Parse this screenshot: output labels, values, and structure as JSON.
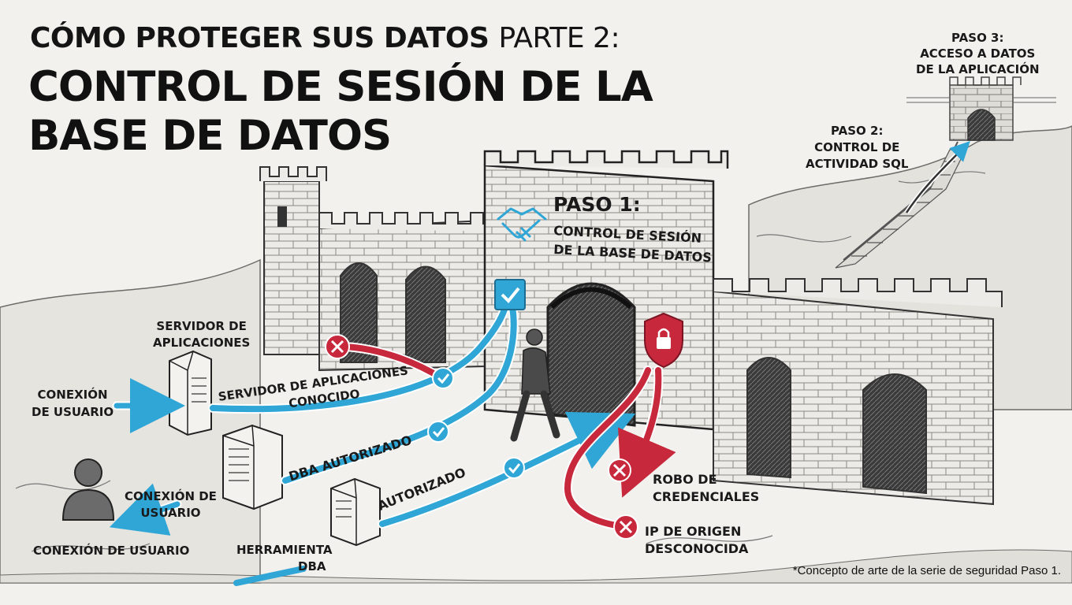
{
  "title": {
    "line1_bold": "CÓMO PROTEGER SUS DATOS",
    "line1_thin": "PARTE 2:",
    "line2": "CONTROL DE SESIÓN DE LA BASE DE DATOS"
  },
  "steps": {
    "step1": {
      "heading": "PASO 1:",
      "line1": "CONTROL DE SESIÓN",
      "line2": "DE LA BASE DE DATOS"
    },
    "step2": {
      "line1": "PASO 2:",
      "line2": "CONTROL DE",
      "line3": "ACTIVIDAD SQL"
    },
    "step3": {
      "line1": "PASO 3:",
      "line2": "ACCESO A DATOS",
      "line3": "DE LA APLICACIÓN"
    }
  },
  "labels": {
    "app_server": {
      "line1": "SERVIDOR DE",
      "line2": "APLICACIONES"
    },
    "user_conn_1": {
      "line1": "CONEXIÓN",
      "line2": "DE USUARIO"
    },
    "user_conn_2": {
      "line1": "CONEXIÓN DE",
      "line2": "USUARIO"
    },
    "user_conn_3": "CONEXIÓN DE USUARIO",
    "dba_tool": {
      "line1": "HERRAMIENTA",
      "line2": "DBA"
    },
    "known_app_server": {
      "line1": "SERVIDOR DE APLICACIONES",
      "line2": "CONOCIDO"
    },
    "authorized_dba": "DBA AUTORIZADO",
    "authorized": "AUTORIZADO",
    "credential_theft": {
      "line1": "ROBO DE",
      "line2": "CREDENCIALES"
    },
    "unknown_ip": {
      "line1": "IP DE ORIGEN",
      "line2": "DESCONOCIDA"
    }
  },
  "footnote": "*Concepto de arte de la serie de seguridad Paso 1.",
  "colors": {
    "blue": "#2fa6d6",
    "red": "#c8283c",
    "ink": "#1a1a1a",
    "stone": "#e9e7e2"
  },
  "icons": [
    "handshake-icon",
    "check-shield-icon",
    "lock-shield-icon",
    "check-icon",
    "blocked-icon",
    "user-icon",
    "server-icon"
  ]
}
